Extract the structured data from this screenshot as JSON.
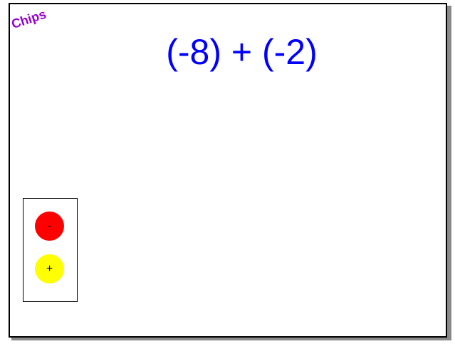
{
  "brand": {
    "label": "Chips",
    "color": "#9400d3"
  },
  "problem": {
    "expression": "(-8) + (-2)",
    "color": "#0000ff"
  },
  "palette": {
    "chips": [
      {
        "id": "negative",
        "symbol": "-",
        "color": "#ff0000"
      },
      {
        "id": "positive",
        "symbol": "+",
        "color": "#ffff00"
      }
    ]
  }
}
